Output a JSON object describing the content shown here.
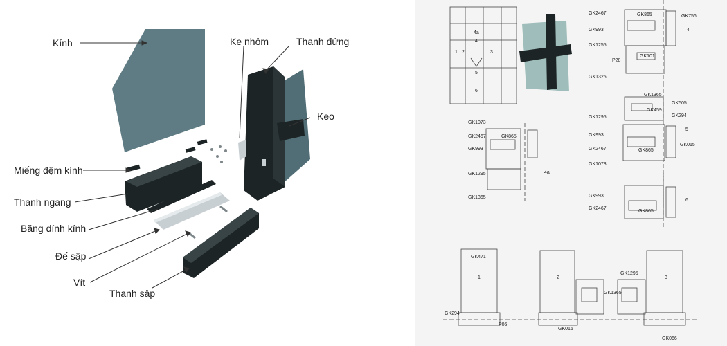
{
  "exploded_view": {
    "labels": {
      "kinh": "Kính",
      "ke_nhom": "Ke nhôm",
      "thanh_dung": "Thanh đứng",
      "keo": "Keo",
      "mieng_dem_kinh": "Miếng đệm kính",
      "thanh_ngang": "Thanh ngang",
      "bang_dinh_kinh": "Băng dính kính",
      "de_sap": "Đế sập",
      "vit": "Vít",
      "thanh_sap": "Thanh sập"
    },
    "colors": {
      "glass": "#5f7c84",
      "profile": "#1c2426",
      "silver": "#c8cfd2"
    }
  },
  "technical_drawing": {
    "elevation_marks": [
      "4a",
      "4",
      "1",
      "2",
      "3",
      "5",
      "6"
    ],
    "top_section": [
      "GK2467",
      "GK865",
      "GK756",
      "GK993",
      "GK1255",
      "P28",
      "GK101",
      "GK1325"
    ],
    "middle_section_left": [
      "GK1073",
      "GK2467",
      "GK865",
      "GK993",
      "GK1295",
      "GK1365"
    ],
    "middle_section_right": [
      "GK1365",
      "GK505",
      "GK459",
      "GK1295",
      "GK294",
      "GK993",
      "GK2467",
      "GK865",
      "GK015",
      "GK1073"
    ],
    "lower_right_section": [
      "GK993",
      "GK2467",
      "GK865"
    ],
    "bottom_section": [
      "GK471",
      "GK1295",
      "GK1365",
      "GK294",
      "P06",
      "GK015",
      "GK066"
    ],
    "circle_numbers": [
      "4",
      "5",
      "4a",
      "6",
      "1",
      "2",
      "3"
    ]
  }
}
